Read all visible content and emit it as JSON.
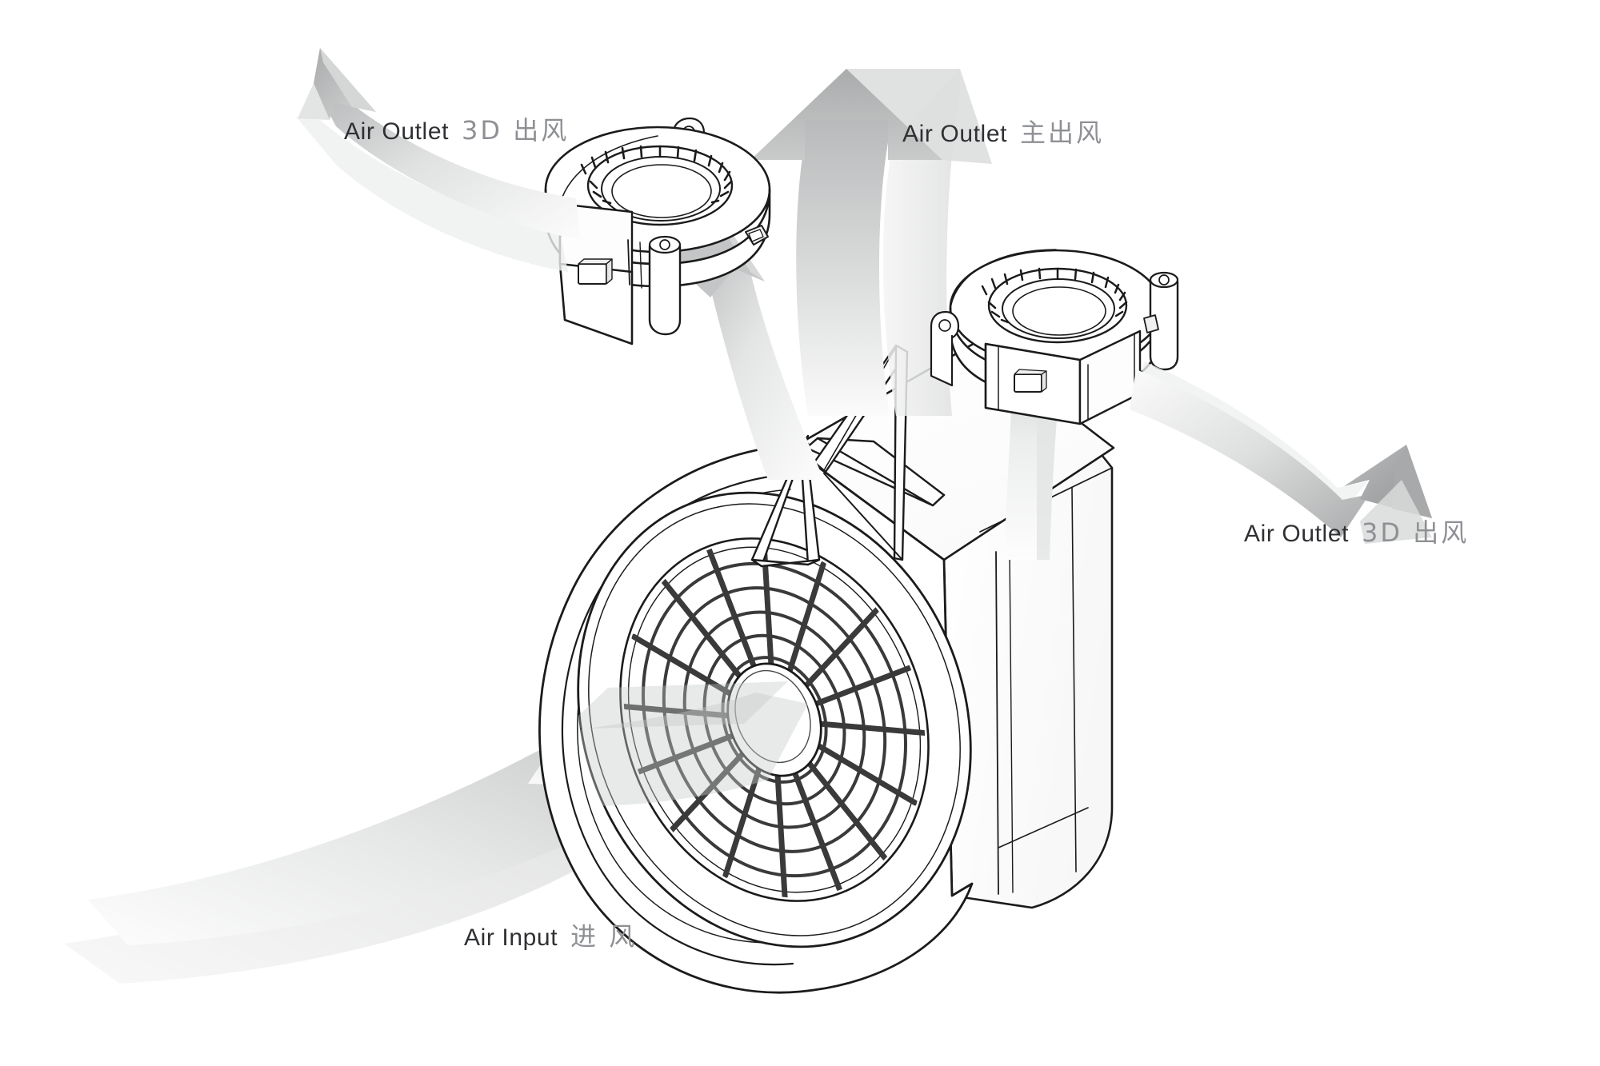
{
  "figure": {
    "title": "Centrifugal blower airflow schematic",
    "background_color": "#ffffff",
    "line_color": "#1b1b1b",
    "text_color_en": "#2f3033",
    "text_color_cn": "#8e9094",
    "arrow_fill_light": "#e9eaea",
    "arrow_fill_mid": "#c9cacb",
    "arrow_fill_dark": "#8f9193"
  },
  "labels": {
    "outlet_3d_left": {
      "en": "Air Outlet",
      "cn": "3D 出风"
    },
    "outlet_main": {
      "en": "Air Outlet",
      "cn": "主出风"
    },
    "outlet_3d_right": {
      "en": "Air Outlet",
      "cn": "3D 出风"
    },
    "air_input": {
      "en": "Air Input",
      "cn": "进 风"
    }
  },
  "components": [
    {
      "name": "main-blower-housing",
      "type": "volute-scroll-housing",
      "note": "large centrifugal blower with intake grille and top rectangular outlet duct with two swivel vanes"
    },
    {
      "name": "intake-grille",
      "type": "radial-spoke-cage",
      "spokes": 16,
      "arcs": 5,
      "hub": "center-hole"
    },
    {
      "name": "blower-module-upper-left",
      "type": "small-blower-fan",
      "outlet_direction": "left"
    },
    {
      "name": "blower-module-right",
      "type": "small-blower-fan",
      "outlet_direction": "right-front"
    }
  ],
  "airflow": [
    {
      "name": "air-input-stream",
      "label_ref": "air_input",
      "direction": "into-intake-grille",
      "style": "wide-swoosh-ribbon"
    },
    {
      "name": "main-outlet-stream",
      "label_ref": "outlet_main",
      "direction": "up",
      "style": "straight-3d-arrow"
    },
    {
      "name": "outlet-3d-left-stream",
      "label_ref": "outlet_3d_left",
      "direction": "up-left",
      "style": "curved-ribbon-arrow"
    },
    {
      "name": "outlet-3d-right-stream",
      "label_ref": "outlet_3d_right",
      "direction": "down-right",
      "style": "curved-ribbon-arrow"
    },
    {
      "name": "feed-arrow-to-upper-left-blower",
      "direction": "up-left",
      "style": "curved-ribbon-arrow"
    },
    {
      "name": "feed-arrow-to-right-blower",
      "direction": "up",
      "style": "straight-3d-arrow"
    }
  ]
}
